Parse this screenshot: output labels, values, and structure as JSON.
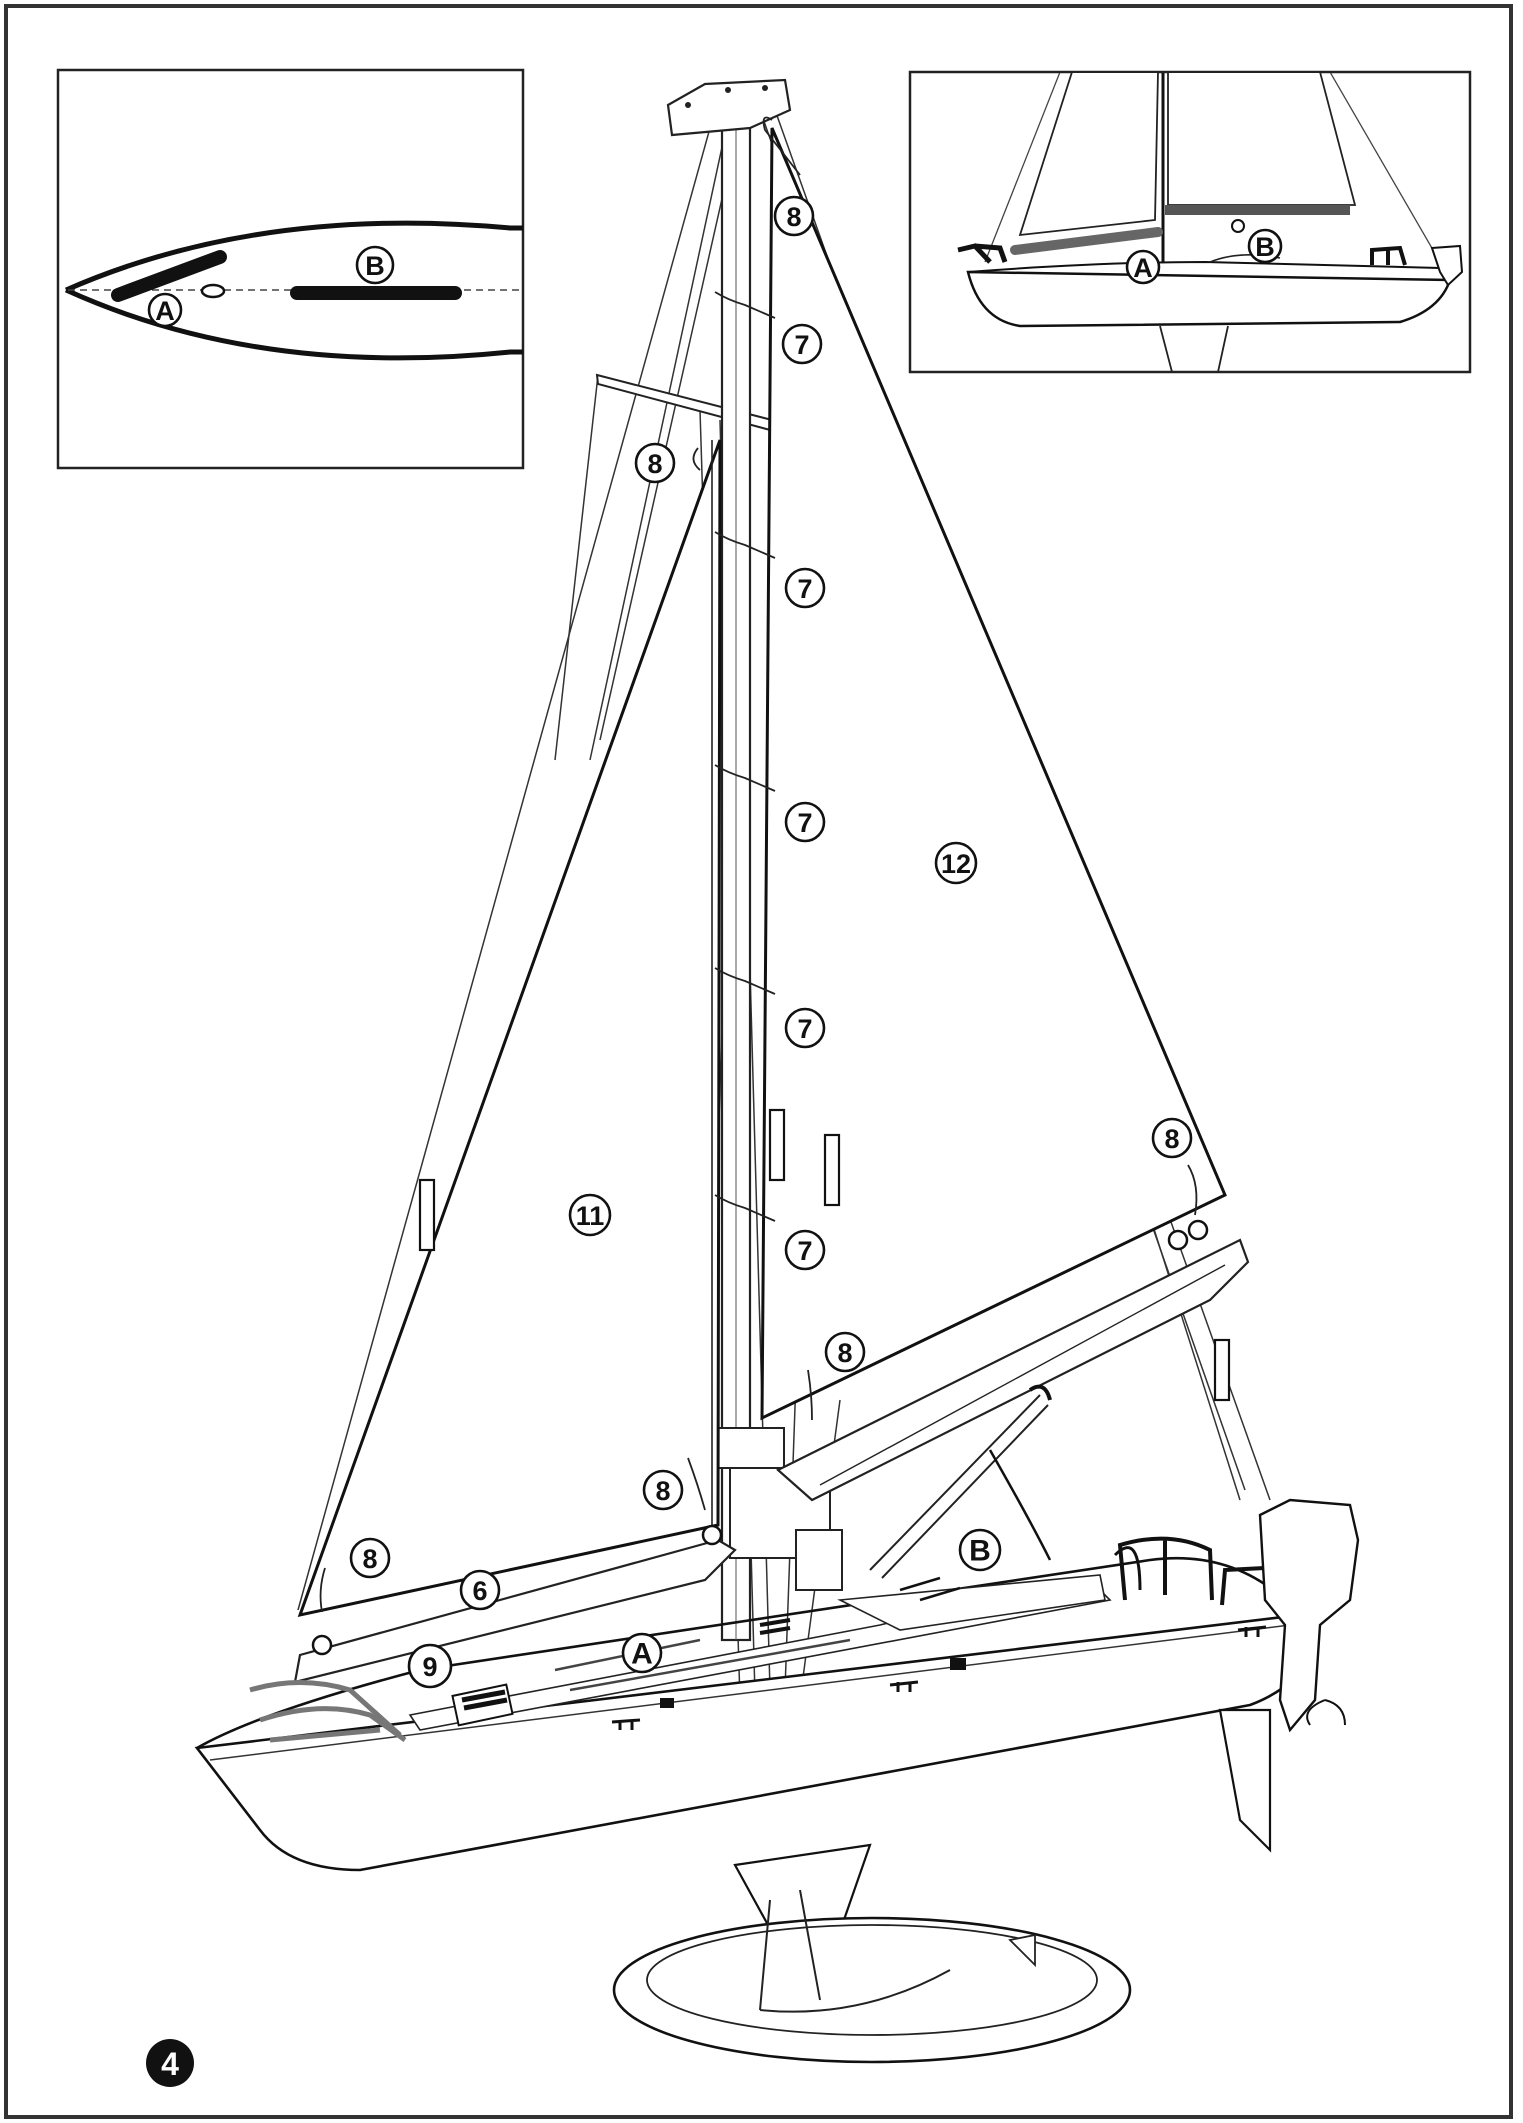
{
  "step": {
    "number": "4"
  },
  "inset_left": {
    "labels": [
      {
        "id": "A",
        "text": "A"
      },
      {
        "id": "B",
        "text": "B"
      }
    ]
  },
  "inset_right": {
    "labels": [
      {
        "id": "A",
        "text": "A"
      },
      {
        "id": "B",
        "text": "B"
      }
    ]
  },
  "main": {
    "callouts": [
      {
        "id": "c1",
        "text": "8"
      },
      {
        "id": "c2",
        "text": "7"
      },
      {
        "id": "c3",
        "text": "8"
      },
      {
        "id": "c4",
        "text": "7"
      },
      {
        "id": "c5",
        "text": "7"
      },
      {
        "id": "c6",
        "text": "12"
      },
      {
        "id": "c7",
        "text": "7"
      },
      {
        "id": "c8",
        "text": "8"
      },
      {
        "id": "c9",
        "text": "11"
      },
      {
        "id": "c10",
        "text": "7"
      },
      {
        "id": "c11",
        "text": "8"
      },
      {
        "id": "c12",
        "text": "8"
      },
      {
        "id": "c13",
        "text": "B"
      },
      {
        "id": "c14",
        "text": "8"
      },
      {
        "id": "c15",
        "text": "6"
      },
      {
        "id": "c16",
        "text": "9"
      },
      {
        "id": "c17",
        "text": "A"
      }
    ]
  },
  "colors": {
    "line": "#222222",
    "fill": "#ffffff",
    "marker": "#111111",
    "frame": "#333333"
  }
}
